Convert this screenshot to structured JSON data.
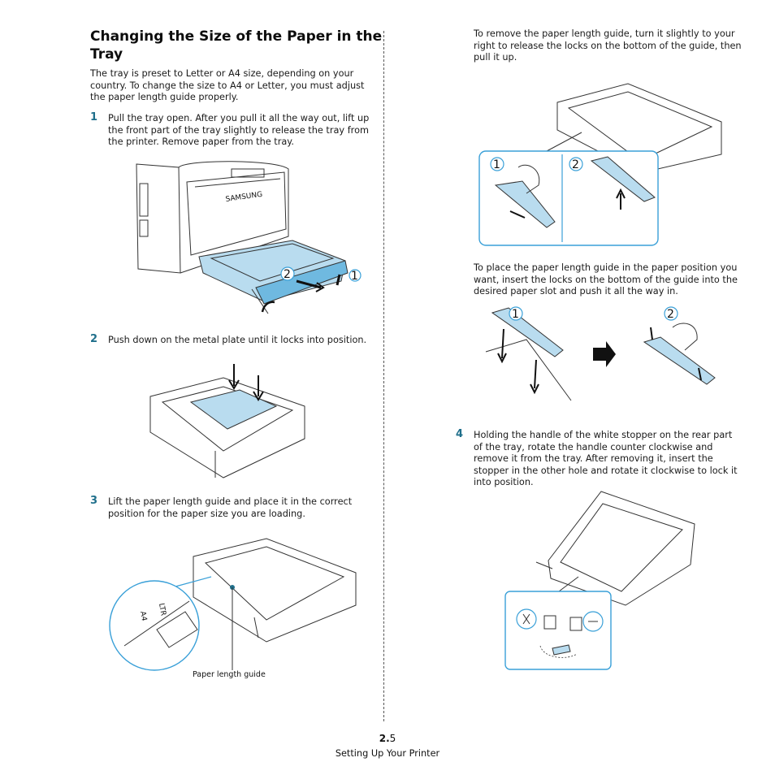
{
  "heading": "Changing the Size of the Paper in the Tray",
  "intro": "The tray is preset to Letter or A4 size, depending on your country. To change the size to A4 or Letter, you must adjust the paper length guide properly.",
  "steps": [
    {
      "num": "1",
      "text": "Pull the tray open. After you pull it all the way out, lift up the front part of the tray slightly to release the tray from the printer. Remove paper from the tray."
    },
    {
      "num": "2",
      "text": "Push down on the metal plate until it locks into position."
    },
    {
      "num": "3",
      "text": "Lift the paper length guide and place it in the correct position for the paper size you are loading."
    },
    {
      "num": "4",
      "text": "Holding the handle of the white stopper on the rear part of the tray, rotate the handle counter clockwise and remove it from the tray. After removing it, insert the stopper in the other hole and rotate it clockwise to lock it into position."
    }
  ],
  "right_para_1": "To remove the paper length guide, turn it slightly to your right to release the locks on the bottom of the guide, then pull it up.",
  "right_para_2": "To place the paper length guide in the paper position you want, insert the locks on the bottom of the guide into the desired paper slot and push it all the way in.",
  "figure_labels": {
    "paper_length_guide": "Paper length guide",
    "brand": "SAMSUNG",
    "ltr": "LTR",
    "a4": "A4",
    "callout_1": "1",
    "callout_2": "2"
  },
  "footer": {
    "chapter": "2.",
    "page": "5",
    "section": "Setting Up Your Printer"
  },
  "colors": {
    "accent_blue": "#3aa0d8",
    "step_number": "#1f6f8b"
  }
}
